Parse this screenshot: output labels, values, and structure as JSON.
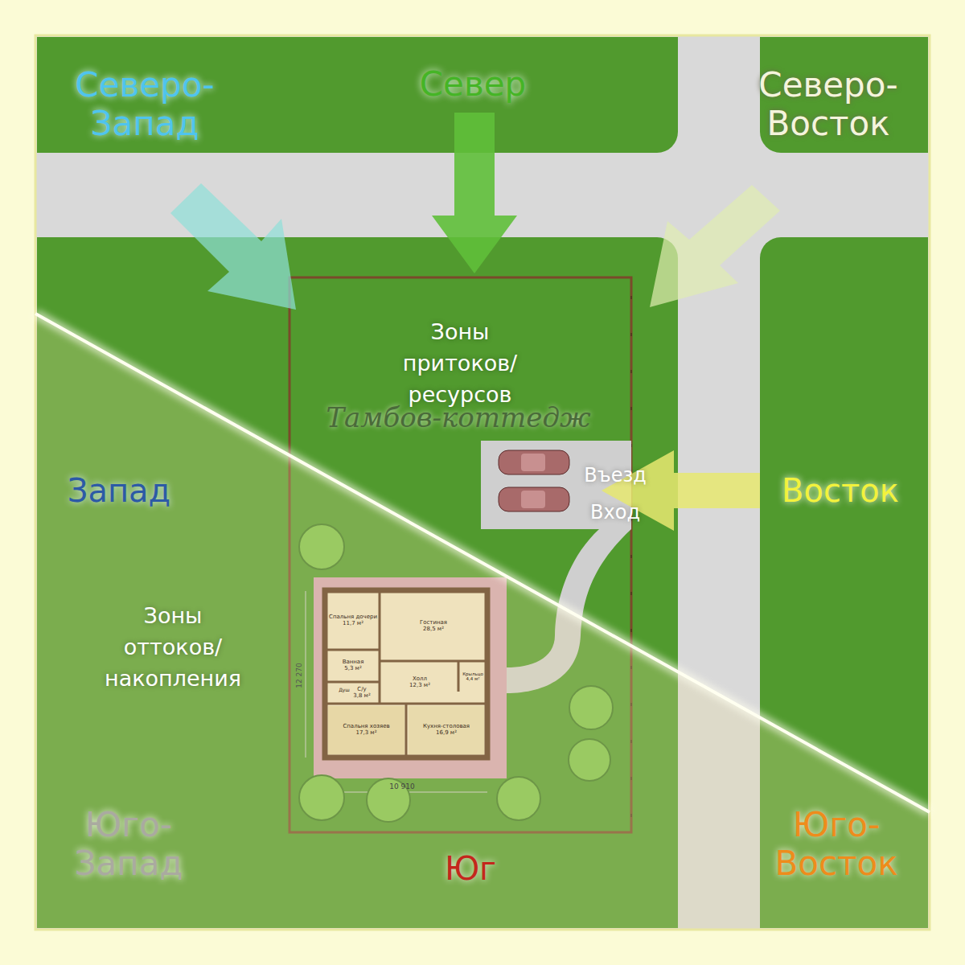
{
  "diagram": {
    "nodes": [
      {
        "text": [
          "Спальня дочери",
          "11,7 м²"
        ]
      },
      {
        "text": [
          "Гостиная",
          "28,5 м²"
        ]
      },
      {
        "text": [
          "Ванная",
          "5,3 м²"
        ]
      },
      {
        "text": [
          "С/у",
          "3,8 м²"
        ]
      },
      {
        "text": [
          "Холл",
          "12,3 м²"
        ]
      },
      {
        "text": [
          "Крыльцо",
          "4,4 м²"
        ]
      },
      {
        "text": [
          "Спальня хозяев",
          "17,3 м²"
        ]
      },
      {
        "text": [
          "Кухня-столовая",
          "16,9 м²"
        ]
      }
    ],
    "labels": [
      "Северо- Запад",
      "Север",
      "Северо- Восток",
      "Зоны притоков/ ресурсов",
      "Тамбов-коттедж",
      "Запад",
      "Въезд",
      "Вход",
      "Восток",
      "Зоны оттоков/ накопления",
      "12 270",
      "Душ",
      "10 910",
      "Юго- Запад",
      "Юг",
      "Юго- Восток"
    ]
  }
}
